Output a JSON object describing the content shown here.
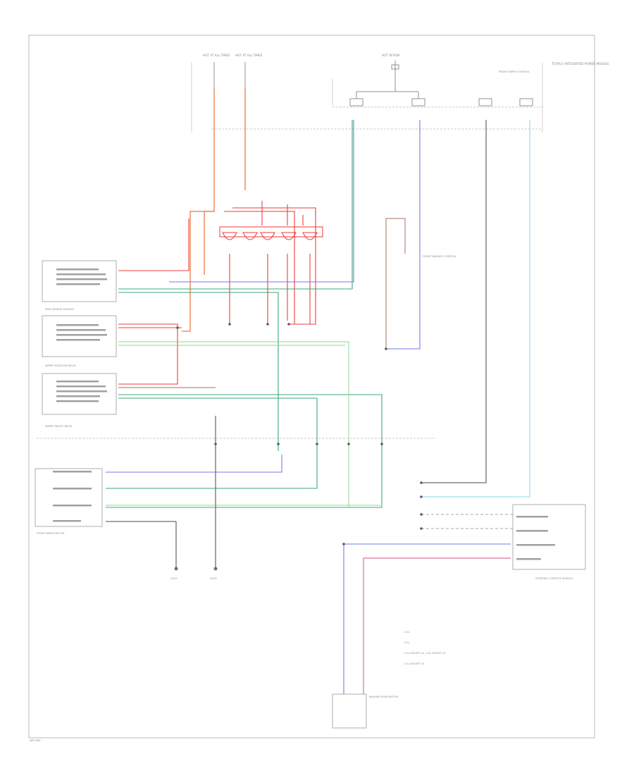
{
  "diagram": {
    "footer_code": "WD7089",
    "labels": {
      "fuse_top_1": "HOT AT ALL TIMES",
      "fuse_top_2": "HOT AT ALL TIMES",
      "fuse_top_3": "HOT IN RUN",
      "tipm_note": "TOTALLY INTEGRATED POWER MODULE",
      "front_panel_a": "FRONT WIPER CONTROL",
      "front_panel_b": "FRONT WASHER CONTROL",
      "relay_panel_1": "RAIN SENSOR MODULE",
      "relay_panel_2": "WIPER HIGH/LOW RELAY",
      "relay_panel_3": "WIPER ON/OFF RELAY",
      "motor_panel": "FRONT WIPER MOTOR",
      "module_right": "STEERING CONTROL MODULE",
      "washer_pump": "WASHER PUMP MOTOR",
      "ground_1": "G102",
      "ground_2": "G103",
      "legend_1": "2.4L",
      "legend_2": "3.5L",
      "legend_3": "2.4L EXCEPT LX, 3.5L EXCEPT LX",
      "legend_4": "2.4L EXCEPT LX"
    }
  }
}
